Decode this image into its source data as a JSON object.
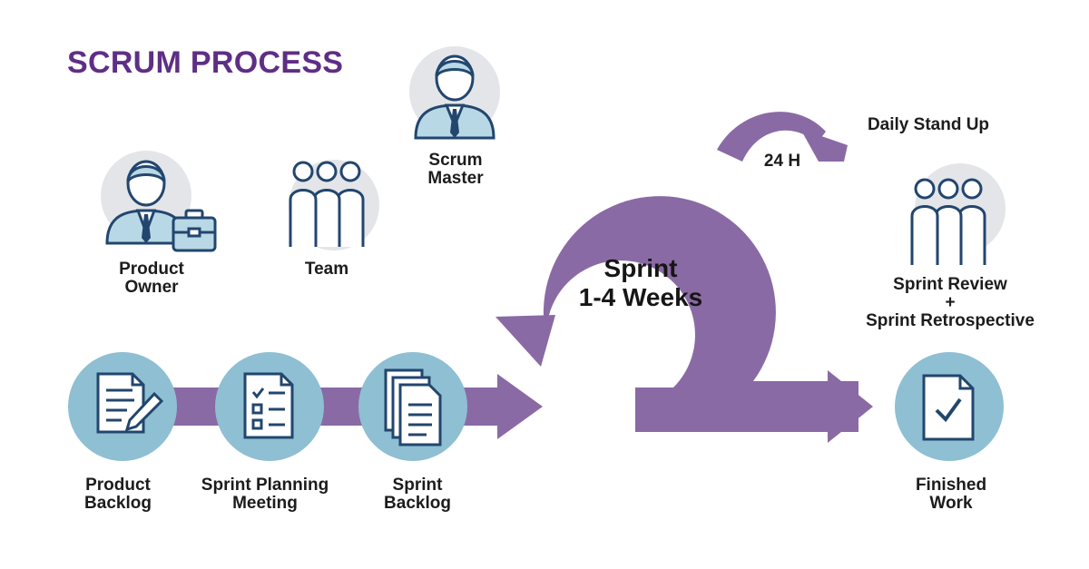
{
  "title": "SCRUM PROCESS",
  "colors": {
    "title": "#5f2e85",
    "arrow": "#8a6aa4",
    "circle": "#8ebfd3",
    "avatar_bg": "#e4e5e9",
    "icon_stroke": "#22466e",
    "icon_fill": "#b9d8e6",
    "text": "#1c1c1c"
  },
  "roles": {
    "product_owner": {
      "line1": "Product",
      "line2": "Owner",
      "icon": "businessman-briefcase-icon"
    },
    "team": {
      "line1": "Team",
      "icon": "team-icon"
    },
    "scrum_master": {
      "line1": "Scrum",
      "line2": "Master",
      "icon": "person-icon"
    }
  },
  "flow": {
    "product_backlog": {
      "line1": "Product",
      "line2": "Backlog",
      "icon": "document-pencil-icon"
    },
    "sprint_planning": {
      "line1": "Sprint Planning",
      "line2": "Meeting",
      "icon": "checklist-icon"
    },
    "sprint_backlog": {
      "line1": "Sprint",
      "line2": "Backlog",
      "icon": "documents-stack-icon"
    },
    "finished_work": {
      "line1": "Finished",
      "line2": "Work",
      "icon": "document-check-icon"
    }
  },
  "sprint": {
    "line1": "Sprint",
    "line2": "1-4 Weeks"
  },
  "daily": {
    "label": "Daily Stand Up",
    "duration": "24 H"
  },
  "review": {
    "line1": "Sprint Review",
    "line2": "+",
    "line3": "Sprint Retrospective",
    "icon": "team-icon"
  }
}
